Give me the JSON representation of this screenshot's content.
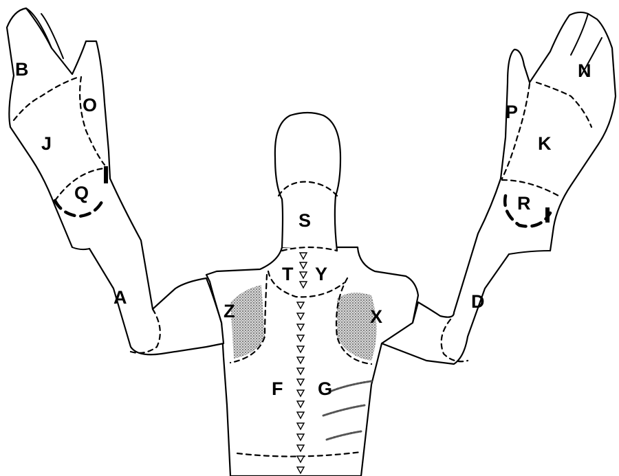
{
  "labels": {
    "B": "B",
    "O": "O",
    "J": "J",
    "Q": "Q",
    "A": "A",
    "N": "N",
    "P": "P",
    "K": "K",
    "R": "R",
    "D": "D",
    "S": "S",
    "T": "T",
    "Y": "Y",
    "Z": "Z",
    "X": "X",
    "F": "F",
    "G": "G"
  },
  "colors": {
    "stroke": "#000000",
    "background": "#ffffff",
    "stipple": "#888888"
  }
}
